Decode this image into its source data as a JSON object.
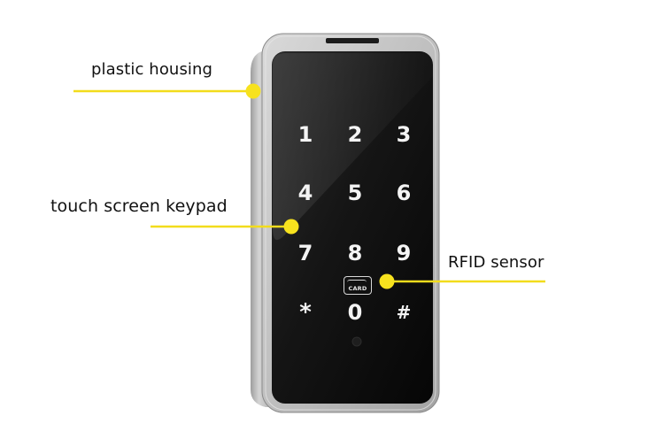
{
  "labels": {
    "housing": "plastic housing",
    "keypad": "touch screen keypad",
    "rfid": "RFID sensor"
  },
  "keys": [
    "1",
    "2",
    "3",
    "4",
    "5",
    "6",
    "7",
    "8",
    "9",
    "*",
    "0",
    "#"
  ],
  "card_icon_text": "CARD",
  "colors": {
    "callout_line": "#f2dc1c",
    "callout_dot": "#f7e21e",
    "screen": "#101010",
    "bezel": "#b9b9b9"
  }
}
